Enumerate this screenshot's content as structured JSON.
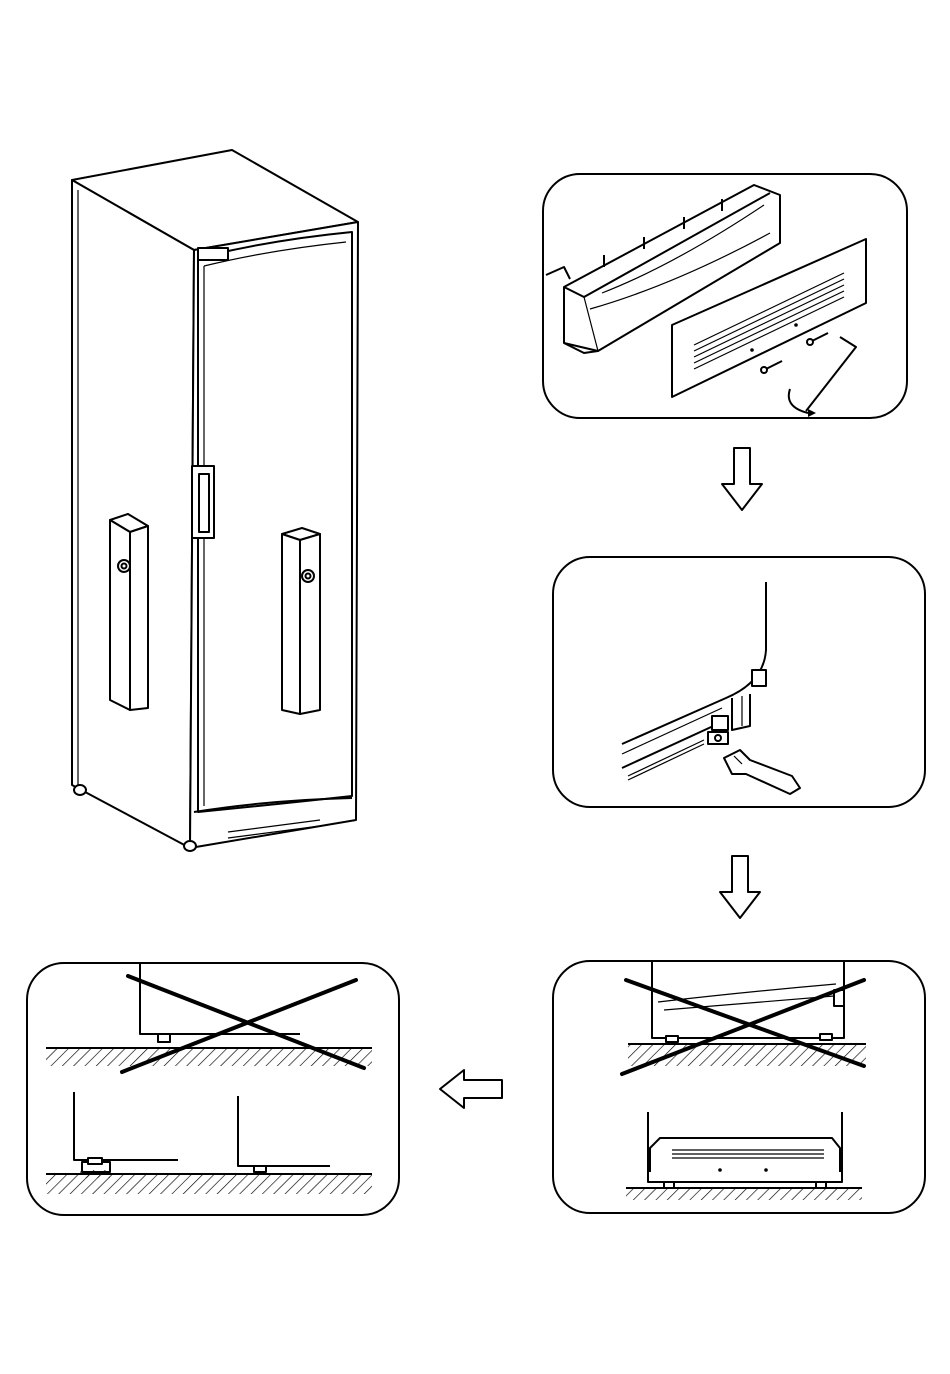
{
  "colors": {
    "ink": "#000000",
    "paper": "#ffffff"
  },
  "diagram": {
    "main_view": "cabinet-door-closed",
    "steps": [
      {
        "id": 1,
        "content": "kickplate-and-grille-removal"
      },
      {
        "id": 2,
        "content": "adjust-feet-with-wrench"
      },
      {
        "id": 3,
        "content": "kickplate-not-on-floor-check"
      },
      {
        "id": 4,
        "content": "feet-must-touch-floor-check"
      }
    ],
    "arrows": [
      {
        "from": 1,
        "to": 2,
        "direction": "down"
      },
      {
        "from": 2,
        "to": 3,
        "direction": "down"
      },
      {
        "from": 3,
        "to": 4,
        "direction": "left"
      }
    ],
    "icons": [
      "cross-icon",
      "wrench-icon",
      "screw-icon",
      "hex-key-icon",
      "foot-icon"
    ]
  }
}
